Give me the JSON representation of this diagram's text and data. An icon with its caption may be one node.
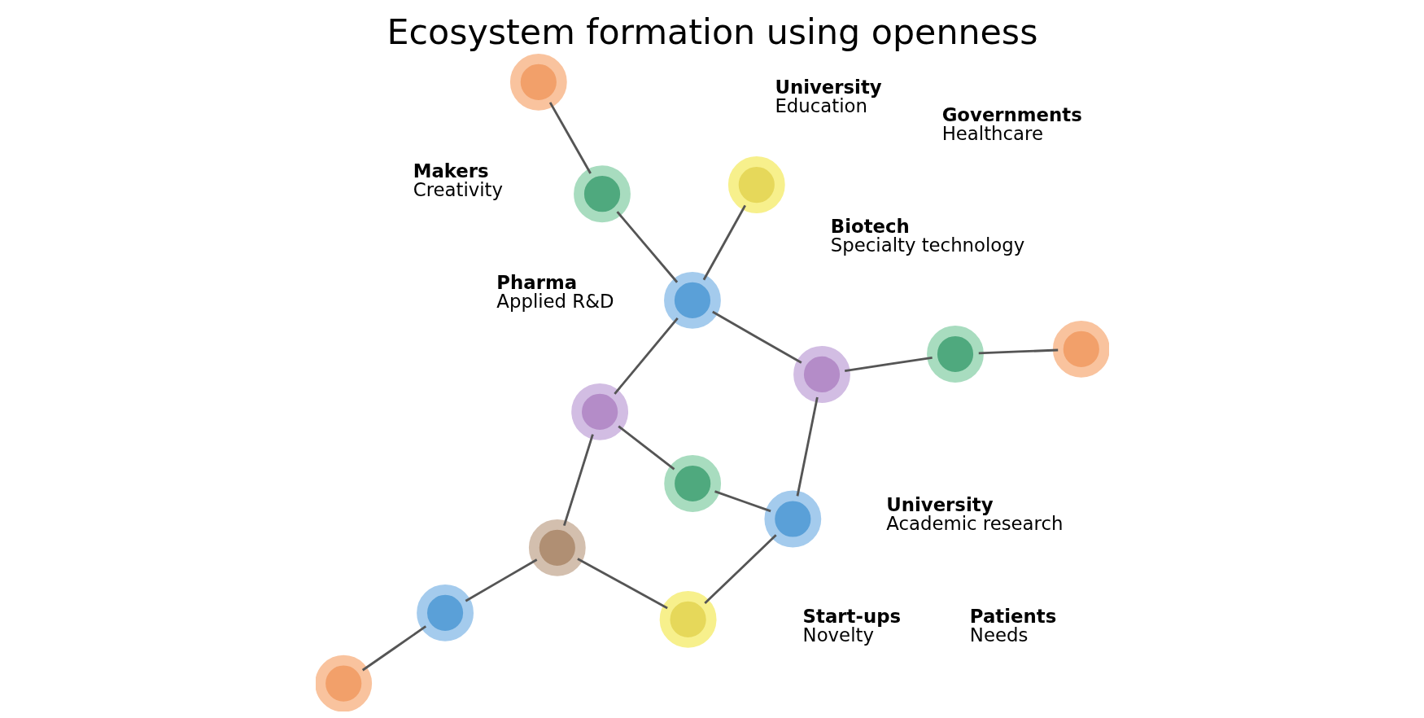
{
  "diagram": {
    "title": "Ecosystem formation using openness",
    "nodes": [
      {
        "text": [],
        "shape": "circle"
      },
      {
        "text": [],
        "shape": "circle"
      },
      {
        "text": [],
        "shape": "circle"
      },
      {
        "text": [],
        "shape": "circle"
      },
      {
        "text": [],
        "shape": "circle"
      },
      {
        "text": [],
        "shape": "circle"
      },
      {
        "text": [],
        "shape": "circle"
      },
      {
        "text": [],
        "shape": "circle"
      },
      {
        "text": [],
        "shape": "circle"
      },
      {
        "text": [],
        "shape": "circle"
      },
      {
        "text": [],
        "shape": "circle"
      },
      {
        "text": [],
        "shape": "circle"
      },
      {
        "text": [],
        "shape": "circle"
      },
      {
        "text": [],
        "shape": "circle"
      }
    ],
    "edges": [
      {
        "from": 0,
        "to": 3,
        "arrow": "none"
      },
      {
        "from": 2,
        "to": 3,
        "arrow": "none"
      },
      {
        "from": 3,
        "to": 4,
        "arrow": "none"
      },
      {
        "from": 3,
        "to": 9,
        "arrow": "none"
      },
      {
        "from": 1,
        "to": 5,
        "arrow": "none"
      },
      {
        "from": 5,
        "to": 7,
        "arrow": "none"
      },
      {
        "from": 7,
        "to": 2,
        "arrow": "none"
      },
      {
        "from": 2,
        "to": 6,
        "arrow": "none"
      },
      {
        "from": 6,
        "to": 11,
        "arrow": "none"
      },
      {
        "from": 7,
        "to": 10,
        "arrow": "none"
      },
      {
        "from": 10,
        "to": 11,
        "arrow": "none"
      },
      {
        "from": 11,
        "to": 9,
        "arrow": "none"
      },
      {
        "from": 9,
        "to": 12,
        "arrow": "none"
      },
      {
        "from": 12,
        "to": 13,
        "arrow": "none"
      },
      {
        "from": 4,
        "to": 8,
        "arrow": "none"
      }
    ],
    "labels": [
      "Start-ups",
      "Novelty",
      "Pharma",
      "Applied R&D",
      "Patients",
      "Needs",
      "University",
      "Education",
      "Biotech",
      "Specialty technology",
      "Governments",
      "Healthcare",
      "Makers",
      "Creativity",
      "University",
      "Academic research"
    ]
  }
}
